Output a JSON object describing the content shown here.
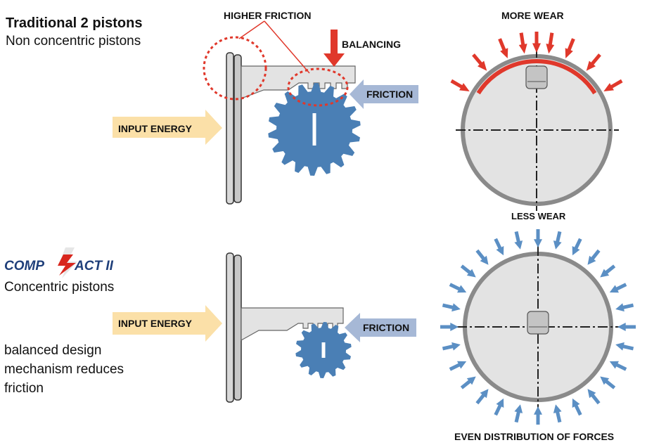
{
  "top": {
    "title": "Traditional 2 pistons",
    "subtitle": "Non concentric pistons",
    "higher_friction": "HIGHER FRICTION",
    "balancing": "BALANCING",
    "friction": "FRICTION",
    "input_energy": "INPUT ENERGY",
    "more_wear": "MORE WEAR",
    "less_wear": "LESS WEAR"
  },
  "bottom": {
    "logo_text": "COMP",
    "logo_text2": "ACT II",
    "concentric": "Concentric pistons",
    "description": "balanced design mechanism reduces friction",
    "friction": "FRICTION",
    "input_energy": "INPUT ENERGY",
    "even_distribution": "EVEN DISTRIBUTION OF FORCES"
  },
  "colors": {
    "gear_blue": "#4a7fb5",
    "arrow_red": "#e0382b",
    "arrow_blue": "#5b8fc4",
    "input_arrow": "#fbe0a8",
    "friction_arrow": "#a6b8d6",
    "housing_fill": "#e3e3e3",
    "ring_stroke": "#8a8a8a"
  }
}
